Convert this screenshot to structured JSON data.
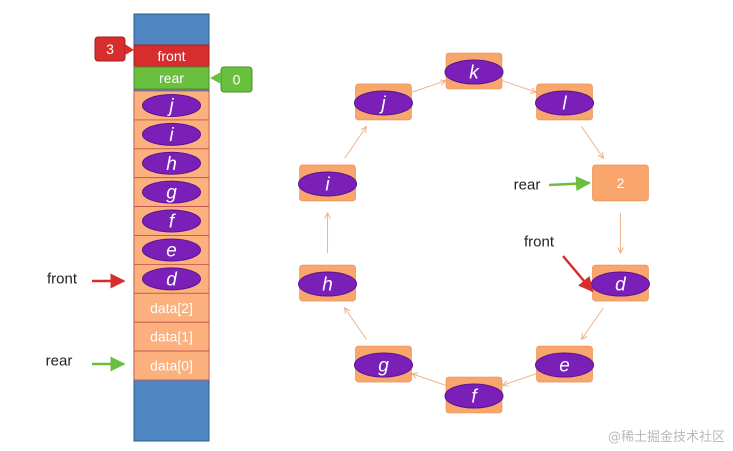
{
  "colors": {
    "array_fill": "#4f86c2",
    "array_edge": "#2f5e8e",
    "slot_fill": "#fbb07d",
    "slot_edge": "#c0504d",
    "ring_box": "#f9a66c",
    "ellipse_fill": "#7a20b8",
    "ellipse_edge": "#5a1390",
    "front_red": "#d62e2e",
    "rear_green": "#6abf3e",
    "ring_arrow": "#efb48a",
    "watermark": "#b9b9b9"
  },
  "array": {
    "front_cell_label": "front",
    "rear_cell_label": "rear",
    "front_badge": "3",
    "rear_badge": "0",
    "element_values": [
      "j",
      "i",
      "h",
      "g",
      "f",
      "e",
      "d"
    ],
    "data_slots": [
      "data[2]",
      "data[1]",
      "data[0]"
    ],
    "front_pointer_label": "front",
    "rear_pointer_label": "rear"
  },
  "ring": {
    "nodes": [
      "k",
      "l",
      "2",
      "d",
      "e",
      "f",
      "g",
      "h",
      "i",
      "j"
    ],
    "empty_slot_value": "2",
    "rear_pointer_label": "rear",
    "front_pointer_label": "front"
  },
  "watermark": "@稀土掘金技术社区"
}
